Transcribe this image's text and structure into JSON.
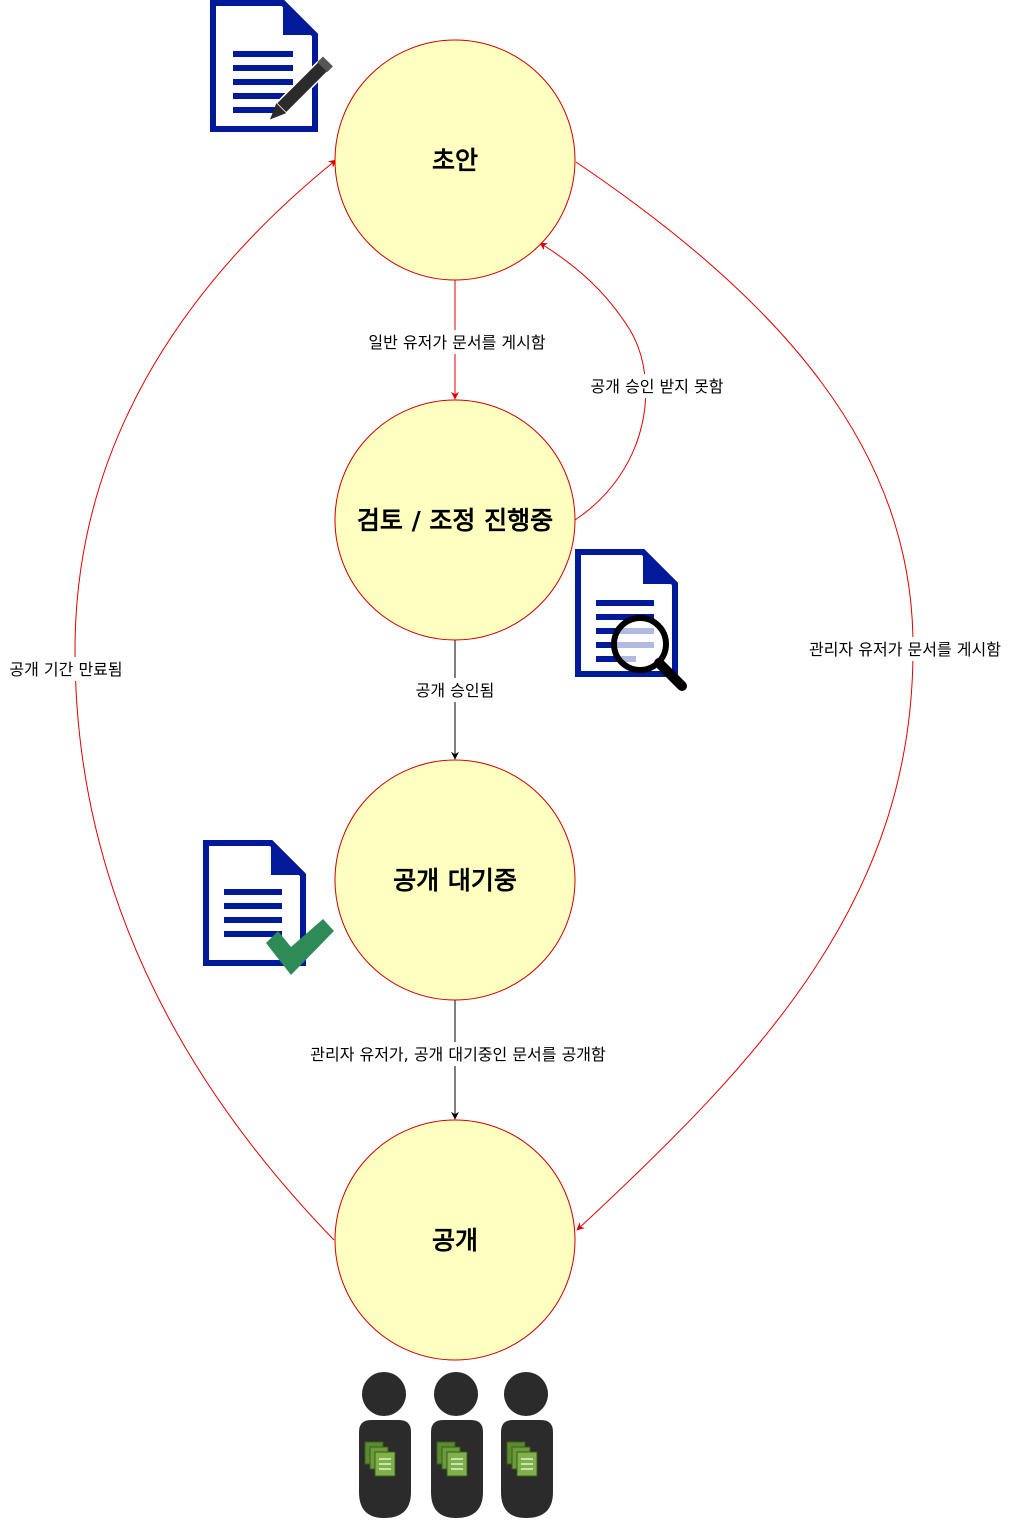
{
  "states": {
    "draft": "초안",
    "review": "검토 / 조정 진행중",
    "pending": "공개 대기중",
    "published": "공개"
  },
  "transitions": {
    "submit_normal": "일반 유저가 문서를 게시함",
    "rejected": "공개 승인 받지 못함",
    "approved": "공개 승인됨",
    "publish_pending": "관리자 유저가, 공개 대기중인 문서를 공개함",
    "publish_admin": "관리자 유저가 문서를 게시함",
    "expired": "공개 기간 만료됨"
  },
  "icons": {
    "draft": "document-pen-icon",
    "review": "document-magnifier-icon",
    "pending": "document-checkmark-icon",
    "published": "readers-icon"
  },
  "colors": {
    "state_fill": "#ffffc0",
    "state_stroke": "#cc0000",
    "edge_red": "#e00000",
    "edge_black": "#000000",
    "doc_blue": "#001a99",
    "check_green": "#2e8b57",
    "person_dark": "#2b2b2b",
    "doc_green": "#6a9a3a"
  }
}
